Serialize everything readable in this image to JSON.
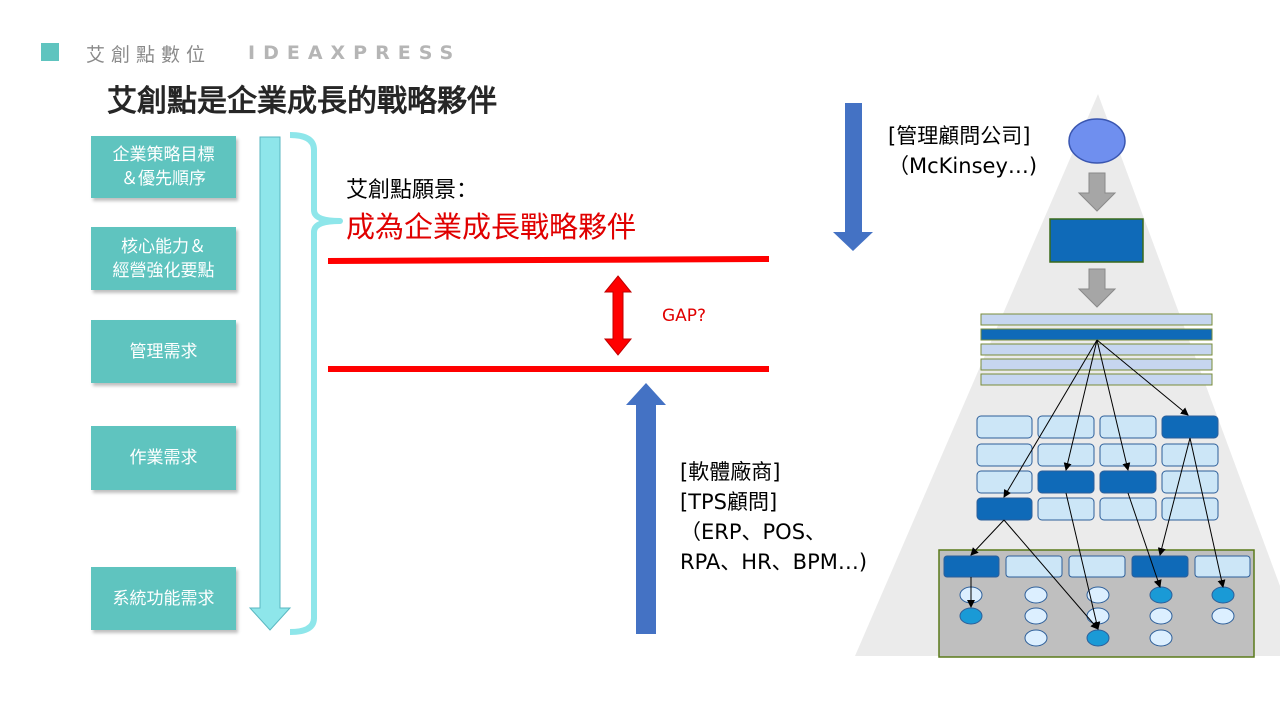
{
  "header": {
    "brand_name": "艾創點數位",
    "brand_en": "IDEAXPRESS",
    "title": "艾創點是企業成長的戰略夥伴"
  },
  "left_column": {
    "items": [
      {
        "label": "企業策略目標\n＆優先順序"
      },
      {
        "label": "核心能力＆\n經營強化要點"
      },
      {
        "label": "管理需求"
      },
      {
        "label": "作業需求"
      },
      {
        "label": "系統功能需求"
      }
    ]
  },
  "vision": {
    "label": "艾創點願景：",
    "text": "成為企業成長戰略夥伴"
  },
  "gap": {
    "label": "GAP?"
  },
  "consultant": {
    "text": "[管理顧問公司]\n（McKinsey…)"
  },
  "vendor": {
    "text": "[軟體廠商]\n[TPS顧問]\n（ERP、POS、\nRPA、HR、BPM…)"
  },
  "colors": {
    "teal": "#5fc4bf",
    "light_cyan": "#8ee6ea",
    "red": "#ff0000",
    "blue_arrow": "#4472c4",
    "dark_blue": "#0f6ab8",
    "light_blue": "#cce6f7",
    "gray_arrow": "#a6a6a6",
    "pyramid": "#ebebeb"
  }
}
